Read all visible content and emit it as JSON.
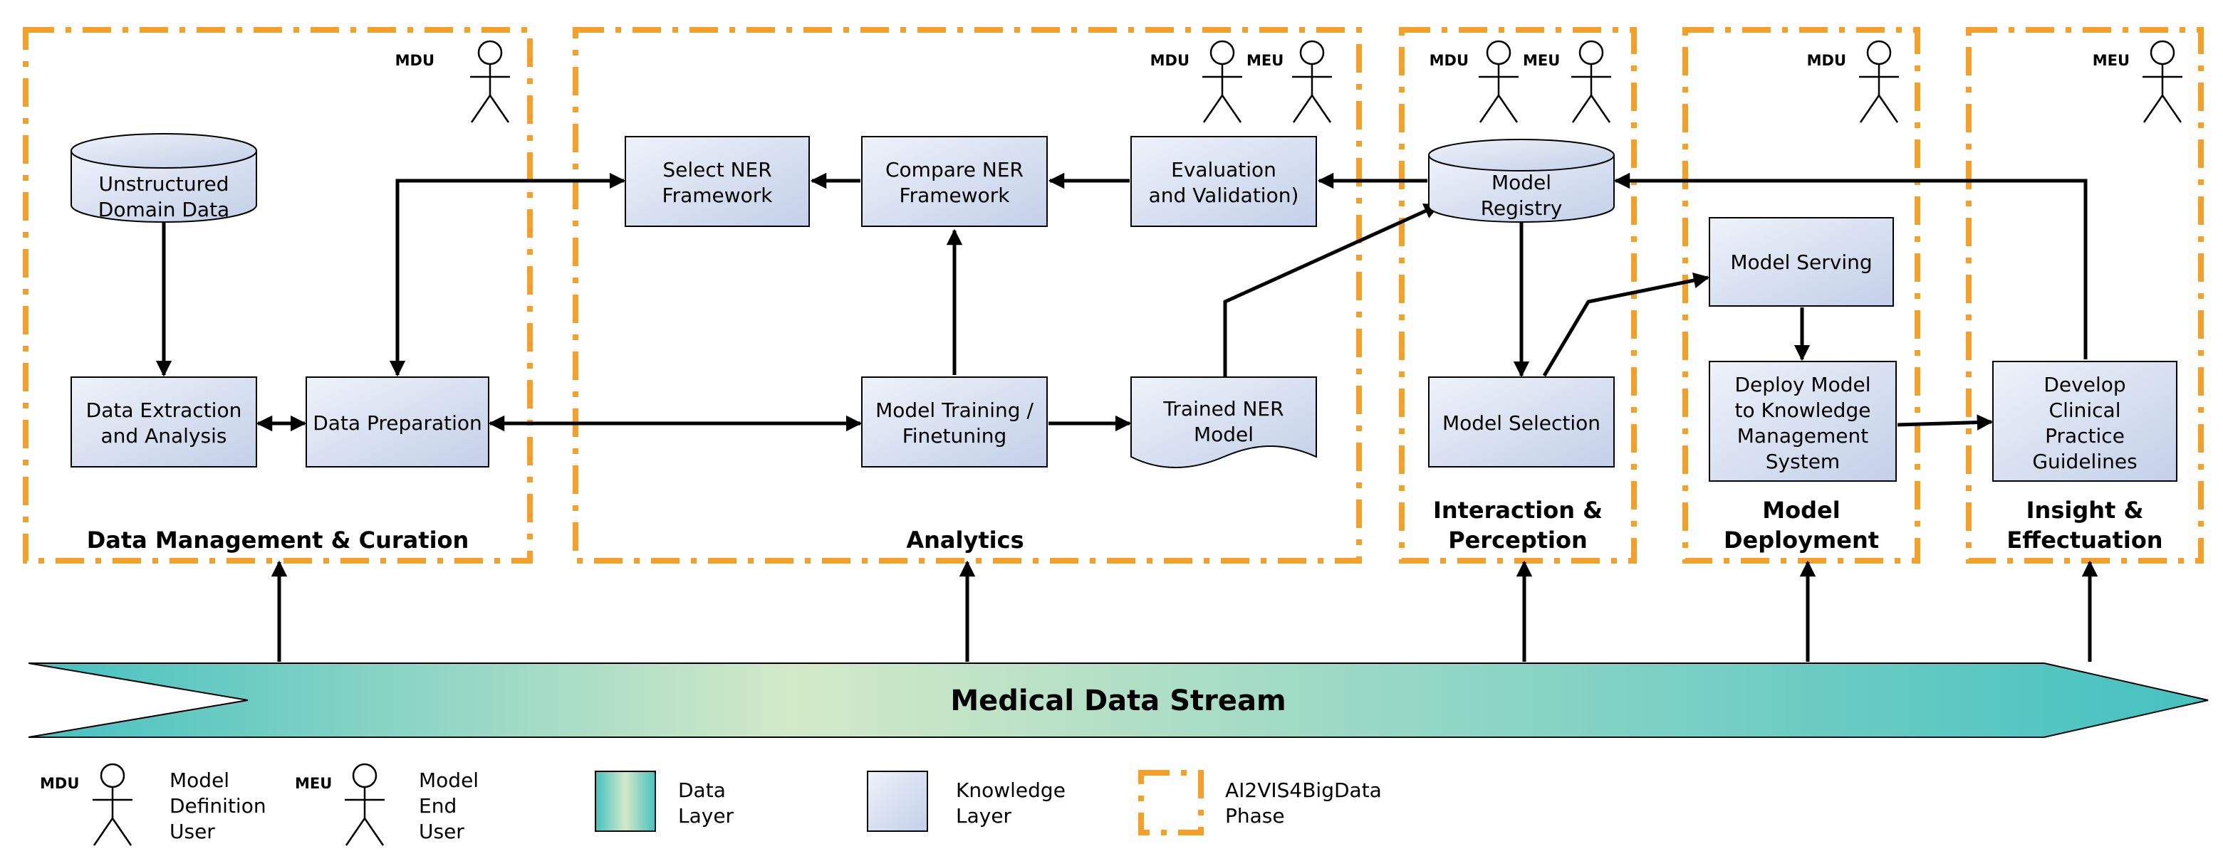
{
  "colors": {
    "phase_border": "#f4a029",
    "knowledge_box_light": "#eef2fa",
    "knowledge_box_dark": "#c3d0e8",
    "data_layer_light": "#d3e9c8",
    "data_layer_dark": "#44c1c1"
  },
  "roles": {
    "mdu": "MDU",
    "meu": "MEU"
  },
  "phases": {
    "dm": {
      "title_1": "Data Management & Curation"
    },
    "an": {
      "title_1": "Analytics"
    },
    "ip": {
      "title_1": "Interaction &",
      "title_2": "Perception"
    },
    "md": {
      "title_1": "Model",
      "title_2": "Deployment"
    },
    "ie": {
      "title_1": "Insight &",
      "title_2": "Effectuation"
    }
  },
  "nodes": {
    "unstructured": {
      "l1": "Unstructured",
      "l2": "Domain Data"
    },
    "extraction": {
      "l1": "Data Extraction",
      "l2": "and Analysis"
    },
    "preparation": {
      "l1": "Data Preparation"
    },
    "select_ner": {
      "l1": "Select NER",
      "l2": "Framework"
    },
    "compare_ner": {
      "l1": "Compare NER",
      "l2": "Framework"
    },
    "evaluation": {
      "l1": "Evaluation",
      "l2": "and Validation)"
    },
    "training": {
      "l1": "Model Training /",
      "l2": "Finetuning"
    },
    "trained": {
      "l1": "Trained NER",
      "l2": "Model"
    },
    "registry": {
      "l1": "Model",
      "l2": "Registry"
    },
    "selection": {
      "l1": "Model Selection"
    },
    "serving": {
      "l1": "Model Serving"
    },
    "deploy": {
      "l1": "Deploy Model",
      "l2": "to Knowledge",
      "l3": "Management",
      "l4": "System"
    },
    "develop": {
      "l1": "Develop",
      "l2": "Clinical",
      "l3": "Practice",
      "l4": "Guidelines"
    }
  },
  "stream": {
    "label": "Medical Data Stream"
  },
  "legend": {
    "mdu_l1": "Model",
    "mdu_l2": "Definition",
    "mdu_l3": "User",
    "meu_l1": "Model",
    "meu_l2": "End",
    "meu_l3": "User",
    "data_l1": "Data",
    "data_l2": "Layer",
    "know_l1": "Knowledge",
    "know_l2": "Layer",
    "phase_l1": "AI2VIS4BigData",
    "phase_l2": "Phase"
  }
}
